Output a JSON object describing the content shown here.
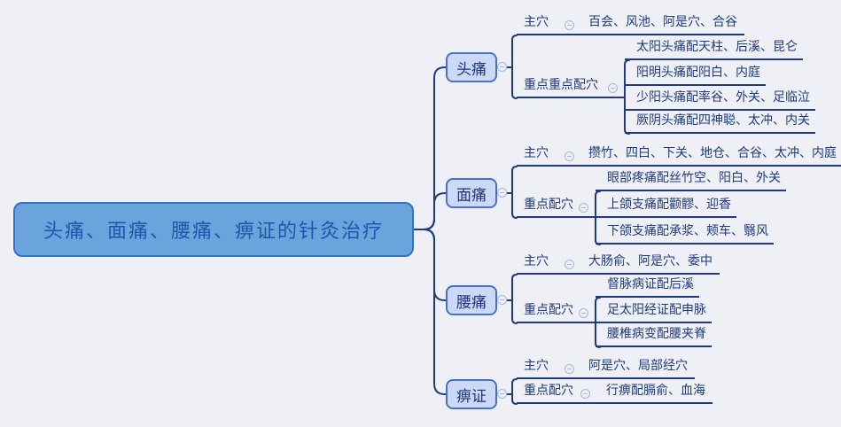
{
  "app": {
    "type": "mind-map",
    "background": "#eef0f5",
    "colors": {
      "root_fill": "#6ba3dc",
      "root_border": "#3273c5",
      "root_text": "#1e57aa",
      "branch_fill": "#ccd9f6",
      "branch_border": "#4c70c8",
      "line_and_text": "#1f3a7d",
      "collapse_icon": "#a4b7e6"
    },
    "icons": {
      "collapse": "minus-circle"
    }
  },
  "mindmap": {
    "root_label": "头痛、面痛、腰痛、痹证的针灸治疗",
    "branches": [
      {
        "label": "头痛",
        "main": {
          "label": "主穴",
          "value": "百会、风池、阿是穴、合谷"
        },
        "key": {
          "label": "重点重点配穴",
          "items": [
            "太阳头痛配天柱、后溪、昆仑",
            "阳明头痛配阳白、内庭",
            "少阳头痛配率谷、外关、足临泣",
            "厥阴头痛配四神聪、太冲、内关"
          ]
        }
      },
      {
        "label": "面痛",
        "main": {
          "label": "主穴",
          "value": "攒竹、四白、下关、地仓、合谷、太冲、内庭"
        },
        "key": {
          "label": "重点配穴",
          "items": [
            "眼部疼痛配丝竹空、阳白、外关",
            "上颌支痛配颧髎、迎香",
            "下颌支痛配承浆、颊车、翳风"
          ]
        }
      },
      {
        "label": "腰痛",
        "main": {
          "label": "主穴",
          "value": "大肠俞、阿是穴、委中"
        },
        "key": {
          "label": "重点配穴",
          "items": [
            "督脉病证配后溪",
            "足太阳经证配申脉",
            "腰椎病变配腰夹脊"
          ]
        }
      },
      {
        "label": "痹证",
        "main": {
          "label": "主穴",
          "value": "阿是穴、局部经穴"
        },
        "key": {
          "label": "重点配穴",
          "items": [
            "行痹配膈俞、血海"
          ]
        }
      }
    ]
  }
}
